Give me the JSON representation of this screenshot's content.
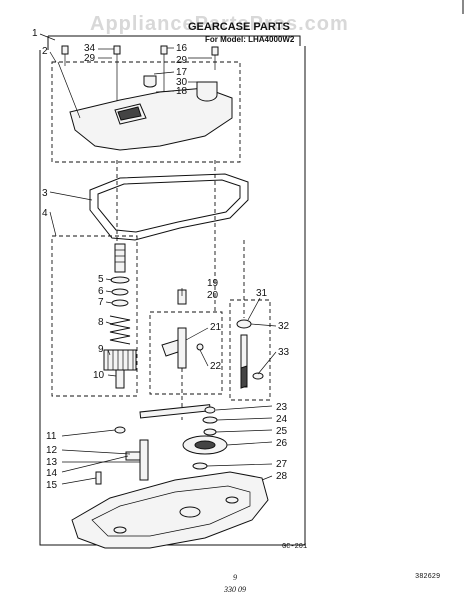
{
  "watermark": "AppliancePartsPros.com",
  "title": "GEARCASE PARTS",
  "subtitle": "For Model: LHA4000W2",
  "diagram_code": "GC-201",
  "page_code": "382629",
  "handwritten_notes": [
    "9",
    "330 09"
  ],
  "callouts": [
    {
      "id": "c1",
      "label": "1"
    },
    {
      "id": "c2",
      "label": "2"
    },
    {
      "id": "c3",
      "label": "3"
    },
    {
      "id": "c4",
      "label": "4"
    },
    {
      "id": "c5",
      "label": "5"
    },
    {
      "id": "c6",
      "label": "6"
    },
    {
      "id": "c7",
      "label": "7"
    },
    {
      "id": "c8",
      "label": "8"
    },
    {
      "id": "c9",
      "label": "9"
    },
    {
      "id": "c10",
      "label": "10"
    },
    {
      "id": "c11",
      "label": "11"
    },
    {
      "id": "c12",
      "label": "12"
    },
    {
      "id": "c13",
      "label": "13"
    },
    {
      "id": "c14",
      "label": "14"
    },
    {
      "id": "c15",
      "label": "15"
    },
    {
      "id": "c16",
      "label": "16"
    },
    {
      "id": "c17",
      "label": "17"
    },
    {
      "id": "c18",
      "label": "18"
    },
    {
      "id": "c19",
      "label": "19"
    },
    {
      "id": "c20",
      "label": "20"
    },
    {
      "id": "c21",
      "label": "21"
    },
    {
      "id": "c22",
      "label": "22"
    },
    {
      "id": "c23",
      "label": "23"
    },
    {
      "id": "c24",
      "label": "24"
    },
    {
      "id": "c25",
      "label": "25"
    },
    {
      "id": "c26",
      "label": "26"
    },
    {
      "id": "c27",
      "label": "27"
    },
    {
      "id": "c28",
      "label": "28"
    },
    {
      "id": "c29a",
      "label": "29"
    },
    {
      "id": "c29b",
      "label": "29"
    },
    {
      "id": "c30",
      "label": "30"
    },
    {
      "id": "c31",
      "label": "31"
    },
    {
      "id": "c32",
      "label": "32"
    },
    {
      "id": "c33",
      "label": "33"
    },
    {
      "id": "c34",
      "label": "34"
    }
  ]
}
